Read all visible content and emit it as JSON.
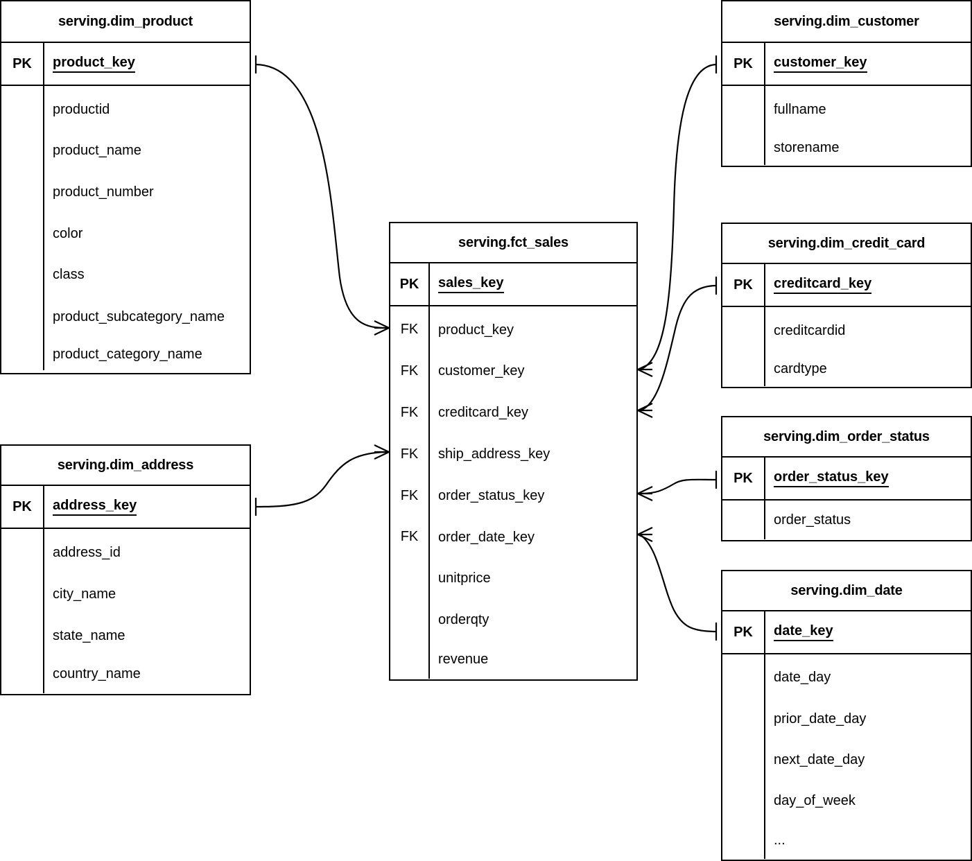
{
  "diagram": {
    "title": "serving schema star model",
    "type": "entity-relationship-diagram",
    "notation": "crow's-foot",
    "stroke_color": "#000000",
    "background_color": "#ffffff"
  },
  "entities": {
    "dim_product": {
      "name": "serving.dim_product",
      "pk_tag": "PK",
      "pk_field": "product_key",
      "attributes": [
        "productid",
        "product_name",
        "product_number",
        "color",
        "class",
        "product_subcategory_name",
        "product_category_name"
      ]
    },
    "dim_address": {
      "name": "serving.dim_address",
      "pk_tag": "PK",
      "pk_field": "address_key",
      "attributes": [
        "address_id",
        "city_name",
        "state_name",
        "country_name"
      ]
    },
    "fct_sales": {
      "name": "serving.fct_sales",
      "pk_tag": "PK",
      "pk_field": "sales_key",
      "fk_tag": "FK",
      "rows": [
        {
          "tag": "FK",
          "field": "product_key"
        },
        {
          "tag": "FK",
          "field": "customer_key"
        },
        {
          "tag": "FK",
          "field": "creditcard_key"
        },
        {
          "tag": "FK",
          "field": "ship_address_key"
        },
        {
          "tag": "FK",
          "field": "order_status_key"
        },
        {
          "tag": "FK",
          "field": "order_date_key"
        },
        {
          "tag": "",
          "field": "unitprice"
        },
        {
          "tag": "",
          "field": "orderqty"
        },
        {
          "tag": "",
          "field": "revenue"
        }
      ]
    },
    "dim_customer": {
      "name": "serving.dim_customer",
      "pk_tag": "PK",
      "pk_field": "customer_key",
      "attributes": [
        "fullname",
        "storename"
      ]
    },
    "dim_credit_card": {
      "name": "serving.dim_credit_card",
      "pk_tag": "PK",
      "pk_field": "creditcard_key",
      "attributes": [
        "creditcardid",
        "cardtype"
      ]
    },
    "dim_order_status": {
      "name": "serving.dim_order_status",
      "pk_tag": "PK",
      "pk_field": "order_status_key",
      "attributes": [
        "order_status"
      ]
    },
    "dim_date": {
      "name": "serving.dim_date",
      "pk_tag": "PK",
      "pk_field": "date_key",
      "attributes": [
        "date_day",
        "prior_date_day",
        "next_date_day",
        "day_of_week",
        "..."
      ]
    }
  },
  "relationships": [
    {
      "from": "serving.dim_product.product_key",
      "to": "serving.fct_sales.product_key",
      "from_cardinality": "one",
      "to_cardinality": "many"
    },
    {
      "from": "serving.dim_address.address_key",
      "to": "serving.fct_sales.ship_address_key",
      "from_cardinality": "one",
      "to_cardinality": "many"
    },
    {
      "from": "serving.dim_customer.customer_key",
      "to": "serving.fct_sales.customer_key",
      "from_cardinality": "one",
      "to_cardinality": "many"
    },
    {
      "from": "serving.dim_credit_card.creditcard_key",
      "to": "serving.fct_sales.creditcard_key",
      "from_cardinality": "one",
      "to_cardinality": "many"
    },
    {
      "from": "serving.dim_order_status.order_status_key",
      "to": "serving.fct_sales.order_status_key",
      "from_cardinality": "one",
      "to_cardinality": "many"
    },
    {
      "from": "serving.dim_date.date_key",
      "to": "serving.fct_sales.order_date_key",
      "from_cardinality": "one",
      "to_cardinality": "many"
    }
  ]
}
